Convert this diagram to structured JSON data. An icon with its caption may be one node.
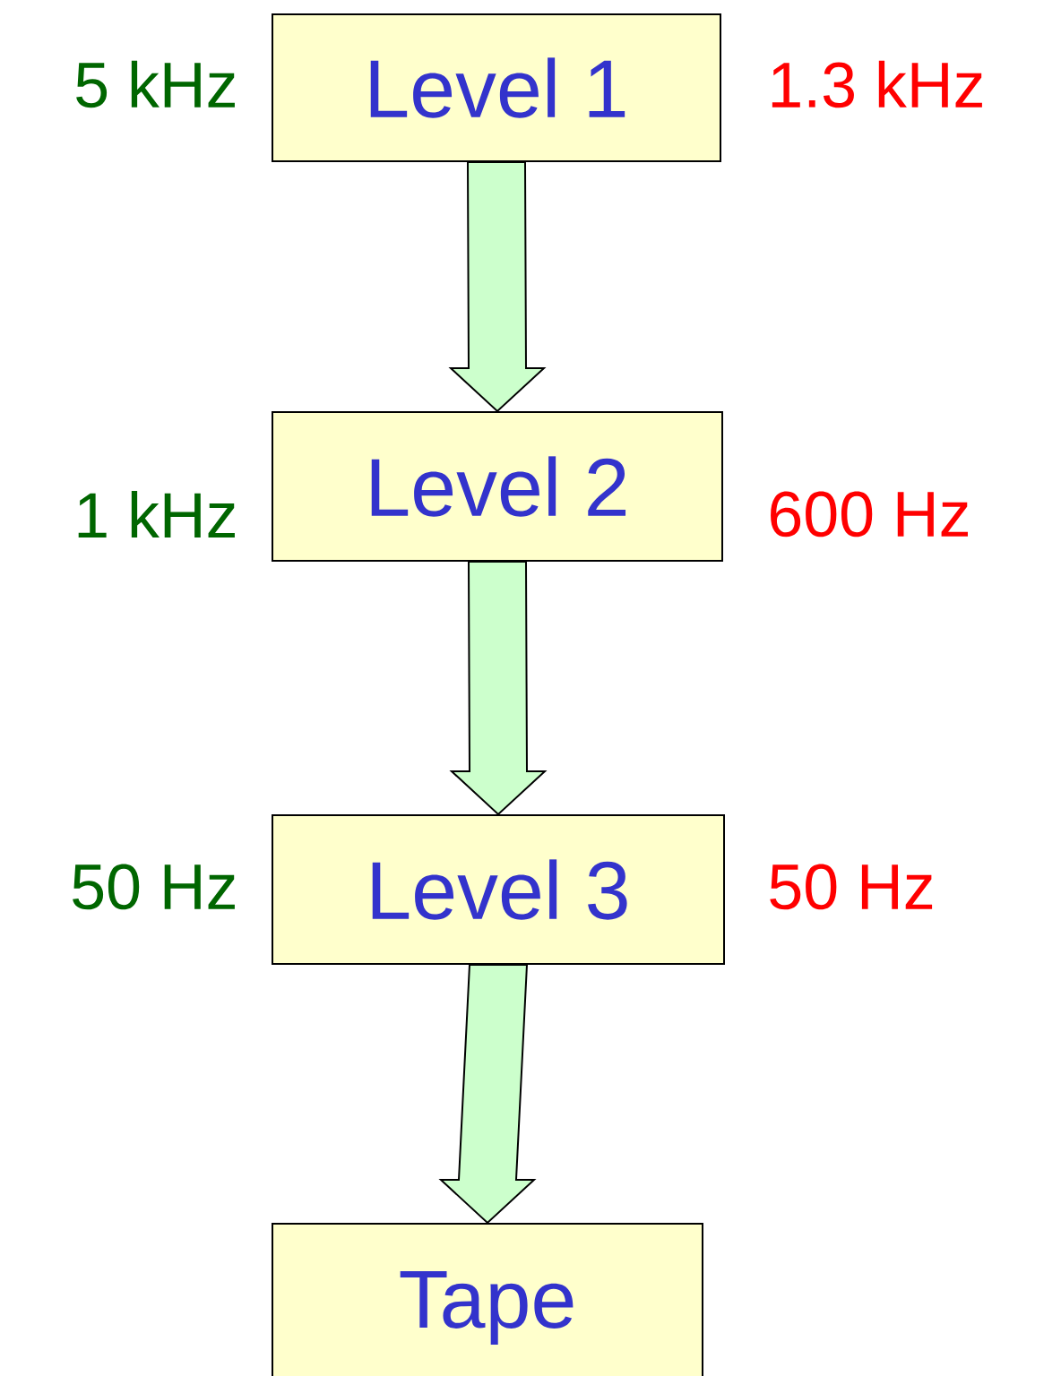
{
  "diagram": {
    "nodes": [
      {
        "text": [
          "Level 1"
        ],
        "beside": [
          "5 kHz",
          "1.3 kHz"
        ]
      },
      {
        "text": [
          "Level 2"
        ],
        "beside": [
          "1 kHz",
          "600 Hz"
        ]
      },
      {
        "text": [
          "Level 3"
        ],
        "beside": [
          "50 Hz",
          "50 Hz"
        ]
      },
      {
        "text": [
          "Tape"
        ]
      }
    ],
    "edges": [
      {
        "from": 0,
        "to": 1,
        "arrow": "to"
      },
      {
        "from": 1,
        "to": 2,
        "arrow": "to"
      },
      {
        "from": 2,
        "to": 3,
        "arrow": "to"
      }
    ]
  }
}
